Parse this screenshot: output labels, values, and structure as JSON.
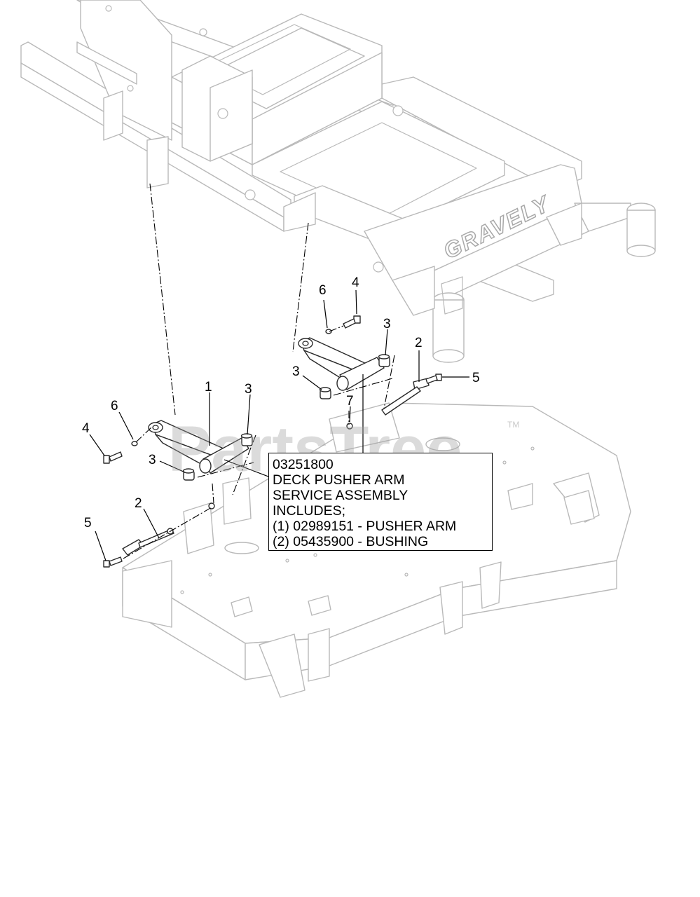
{
  "brand": {
    "frame_logo": "GRAVELY",
    "watermark": "PartsTree",
    "watermark_tm": "TM"
  },
  "callouts": {
    "c1": "1",
    "c2_left": "2",
    "c2_right": "2",
    "c3_left_top": "3",
    "c3_left_bottom": "3",
    "c3_right_top": "3",
    "c3_right_bottom": "3",
    "c4_left": "4",
    "c4_right": "4",
    "c5_left": "5",
    "c5_right": "5",
    "c6_left": "6",
    "c6_right": "6",
    "c7": "7"
  },
  "info_box": {
    "line1": "03251800",
    "line2": "DECK PUSHER ARM",
    "line3": "SERVICE ASSEMBLY",
    "line4": "INCLUDES;",
    "line5": "(1) 02989151 - PUSHER ARM",
    "line6": "(2) 05435900 - BUSHING"
  }
}
